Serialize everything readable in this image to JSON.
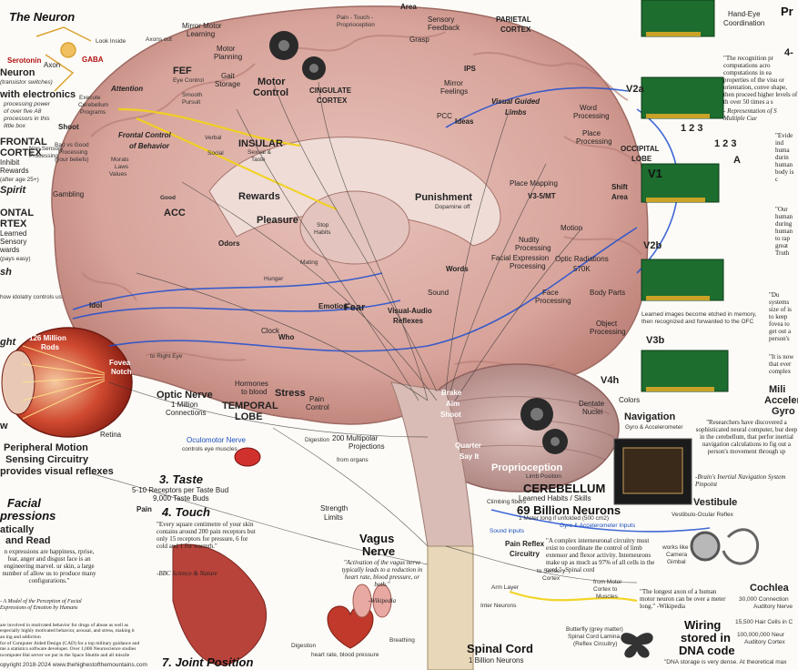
{
  "colors": {
    "background": "#fdfbf7",
    "brain_tissue": "#d9a9a0",
    "cortex_fold": "#c98d85",
    "cerebellum": "#c9a3a0",
    "brainstem": "#d6b7b0",
    "spinal_cord": "#e8d7b8",
    "nerve_blue": "#1f4fd1",
    "nerve_yellow": "#f2d21b",
    "nerve_black": "#222222",
    "muscle_red": "#b8433a",
    "eye_red": "#c0392b"
  },
  "title_left": "The Neuron",
  "neuron": {
    "serotonin": "Serotonin",
    "gaba": "GABA",
    "look_inside": "Look Inside",
    "axon_out": "Axons out",
    "axon": "Axon",
    "label_neuron": "Neuron",
    "transistor_switches": "(transistor switches)",
    "electronics": "with electronics",
    "processing_power": "processing power",
    "of_processors": "of over five A8",
    "processors_in_box": "processors in this",
    "little_box": "little box"
  },
  "left_cortex": {
    "frontal_cortex": "FRONTAL",
    "cortex": "CORTEX",
    "inhibit": "Inhibit",
    "rewards": "Rewards",
    "age": "(after age 25+)",
    "spirit": "Spirit",
    "frontal2": "ONTAL",
    "cortex2": "RTEX",
    "learned": "Learned",
    "sensory": "Sensory",
    "rewards2": "wards",
    "says_easy": "(pays easy)",
    "sh": "sh",
    "idolatry": "how idolatry controls us"
  },
  "eye": {
    "ght": "ght",
    "rods": "126 Million",
    "rods2": "Rods",
    "fovea": "Fovea",
    "notch": "Notch",
    "right_eye": "to Right Eye",
    "optic_nerve": "Optic Nerve",
    "connections1": "1 Million",
    "connections2": "Connections",
    "retina": "Retina",
    "peripheral": "Peripheral Motion",
    "sensing": "Sensing Circuitry",
    "reflexes": "provides visual reflexes",
    "w": "w"
  },
  "regions": {
    "the_area": "Area",
    "pain_touch": "Pain - Touch -",
    "proprioception": "Proprioception",
    "sensory_feedback": "Sensory",
    "feedback": "Feedback",
    "grasp": "Grasp",
    "parietal": "PARIETAL",
    "parietal_cortex": "CORTEX",
    "ips": "IPS",
    "mirror_feelings": "Mirror",
    "feelings": "Feelings",
    "visual_guided": "Visual Guided",
    "limbs": "Limbs",
    "pcc": "PCC",
    "ideas": "Ideas",
    "cingulate": "CINGULATE",
    "cingulate_cortex": "CORTEX",
    "mirror_motor": "Mirror Motor",
    "learning": "Learning",
    "motor_planning": "Motor",
    "planning": "Planning",
    "gait": "Gait",
    "storage": "Storage",
    "motor_control": "Motor",
    "control": "Control",
    "fef": "FEF",
    "eye_control": "Eye Control",
    "smooth": "Smooth",
    "pursuit": "Pursuit",
    "attention": "Attention",
    "execute_cerebellum": "Execute",
    "cerebellum_programs": "Cerebellum",
    "programs": "Programs",
    "frontal_control": "Frontal Control",
    "of_behavior": "of Behavior",
    "morals": "Morals",
    "laws": "Laws",
    "values": "Values",
    "verbal": "Verbal",
    "social": "Social",
    "bad_vs_good": "Bad vs Good",
    "processing": "Processing",
    "your_beliefs": "(your beliefs)",
    "shoot": "Shoot",
    "non_sensory": "Non Sensory",
    "processing2": "Processing",
    "gambling": "Gambling",
    "insular": "INSULAR",
    "sexual_taste": "Sexual &",
    "taste": "Taste",
    "rewards": "Rewards",
    "good": "Good",
    "acc": "ACC",
    "pleasure": "Pleasure",
    "odors": "Odors",
    "stop_habits": "Stop",
    "habits": "Habits",
    "punishment": "Punishment",
    "dopamine_off": "Dopamine off",
    "v3_5_mt": "V3-5/MT",
    "shift": "Shift",
    "area2": "Area",
    "motion": "Motion",
    "nudity": "Nudity",
    "processing3": "Processing",
    "facial_expression": "Facial Expression",
    "processing4": "Processing",
    "optic_radiations": "Optic Radiations",
    "count_570k": "570K",
    "face_processing": "Face",
    "processing5": "Processing",
    "body_parts": "Body Parts",
    "object_processing": "Object",
    "processing6": "Processing",
    "words": "Words",
    "place_mapping": "Place Mapping",
    "place_processing": "Place",
    "processing7": "Processing",
    "word_processing": "Word",
    "processing8": "Processing",
    "mating": "Mating",
    "hunger": "Hunger",
    "fear": "Fear",
    "emotion": "Emotion",
    "idol": "Idol",
    "clock": "Clock",
    "who": "Who",
    "visual_audio": "Visual-Audio",
    "reflexes": "Reflexes",
    "hormones": "Hormones",
    "to_blood": "to blood",
    "temporal": "TEMPORAL",
    "lobe": "LOBE",
    "stress": "Stress",
    "pain_control": "Pain",
    "control2": "Control",
    "oculomotor": "Oculomotor Nerve",
    "controls_eye": "controls eye muscles",
    "digestion": "Digestion",
    "from_organs": "from organs",
    "sound": "Sound",
    "brake": "Brake",
    "aim": "Aim",
    "shoot2": "Shoot",
    "quarter": "Quarter",
    "say_it": "Say It",
    "dentate": "Dentate",
    "nuclei": "Nuclei",
    "proprioception2": "Proprioception",
    "limb_position": "Limb Position",
    "cerebellum": "CEREBELLUM",
    "learned_habits": "Learned Habits / Skills",
    "billion_neurons": "69 Billion Neurons",
    "meter_long": "1 Meter long if unfolded (500 cm2)",
    "gyro_inputs": "Gyro & Accelerometer Inputs",
    "sound_inputs": "Sound inputs",
    "climbing_fibers": "Climbing fibers",
    "multipolar": "200 Multipolar",
    "projections": "Projections"
  },
  "right_panel": {
    "hand_eye": "Hand-Eye",
    "coordination": "Coordination",
    "v2a": "V2a",
    "digits_123": "1 2 3",
    "occipital": "OCCIPITAL",
    "occipital_lobe": "LOBE",
    "v1": "V1",
    "v2b": "V2b",
    "v3b": "V3b",
    "v4h": "V4h",
    "colors": "Colors",
    "learned_images": "Learned images become etched in memory,",
    "then_recognized": "then recognized and forwarded to the OFC",
    "digits_top": "1 2 3",
    "letter_a": "A",
    "navigation": "Navigation",
    "gyro_accel": "Gyro & Accelerometer",
    "vestibule": "Vestibule",
    "vestibulo_ocular": "Vestibulo-Ocular Reflex",
    "cochlea": "Cochlea",
    "connections_30k": "30,000 Connection",
    "auditory_nerve": "Auditory Nerve",
    "hair_cells": "15,500 Hair Cells in C",
    "hundred_million": "100,000,000 Neur",
    "auditory_cortex": "Auditory Cortex",
    "works_like": "works like",
    "camera": "Camera",
    "gimbal": "Gimbal",
    "mil": "Mili",
    "acceler": "Acceler",
    "gyro": "Gyro",
    "pr": "Pr",
    "four": "4-",
    "recognition_quote": "\"The recognition pr computations acro computations in ea properties of the visu or orientation, conve shape, then proceed higher levels of th over 50 times a s",
    "representation": "- Representation of S Multiple Cue",
    "evidence_quote": "\"Evide ind huma durin human body is c",
    "our_quote": "\"Our human during human to rap great Truth",
    "during_quote": "\"Du systems size of is to keep fovea to get out a person's",
    "it_is_now": "\"It is now that ever complex",
    "researchers_quote": "\"Researchers have discovered a sophisticated neural computer, bur deep in the cerebellum, that perfor inertial navigation calculations to fig out a person's movement through sp",
    "navigation_source": "-Brain's Inertial Navigation System Pinpoint"
  },
  "bottom": {
    "facial": "Facial",
    "expressions": "pressions",
    "atically": "atically",
    "and_read": "and Read",
    "facial_text": "n expressions are happiness, rprise, fear, anger and disgust face is an engineering marvel. ur skin, a large number of allow us to produce many configurations.\"",
    "facial_source": "- A Model of the Perception of Facial Expressions of Emotion by Humans",
    "facial_note": "are involved in motivated behavior for drugs of abuse as well as especially highly motivated behavior, arousal, and stress, making it an ing and addiction",
    "copyright1": "for of Computer Aided Design (CAD) for a top military guidance and me a statistics software developer. Over 1,000 Neuroscience studies ncomputer Hal server we put in the Space Shuttle and all missile",
    "copyright2": "opyright 2018-2024 www.thehighestofthemountains.com",
    "taste_title": "3. Taste",
    "taste_receptors": "5-10 Receptors per Taste Bud",
    "taste_buds": "9,000 Taste Buds",
    "pain": "Pain",
    "touch_title": "4. Touch",
    "touch_quote": "\"Every square centimetre of your skin contains around 200 pain receptors but only 15 receptors for pressure, 6 for cold and 1 for warmth.\"",
    "touch_source": "-BBC Science & Nature",
    "joint_title": "7. Joint Position",
    "strength": "Strength",
    "limits": "Limits",
    "vagus": "Vagus",
    "nerve": "Nerve",
    "vagus_quote": "\"Activation of the vagus nerve typically leads to a reduction in heart rate, blood pressure, or both.\"",
    "vagus_source": "-Wikipedia",
    "breathing": "Breathing",
    "digestion2": "Digestion",
    "heart_rate": "heart rate, blood pressure",
    "pain_reflex": "Pain Reflex",
    "circuitry": "Circuitry",
    "reflex_quote": "\"A complex interneuronal circuitry must exist to coordinate the control of limb extensor and flexor activity. Interneurons make up as much as 97% of all cells in the cord.\" -Spinal cord",
    "arm_layer": "Arm Layer",
    "inter_neurons": "Inter Neurons",
    "to_sensory": "to Sensory",
    "cortex3": "Cortex",
    "from_motor": "from Motor",
    "cortex_to": "Cortex to",
    "muscles": "Muscles",
    "butterfly": "Butterfly (grey matter)",
    "spinal_lamina": "Spinal Cord Lamina",
    "reflex_circuitry": "(Reflex Circuitry)",
    "spinal_cord": "Spinal Cord",
    "billion_neurons": "1 Billion Neurons",
    "motor_quote": "\"The longest axon of a human motor neuron can be over a meter long.\" -Wikipedia",
    "wiring": "Wiring",
    "stored_in": "stored in",
    "dna_code": "DNA code",
    "dna_quote": "\"DNA storage is very dense. At theoretical max"
  }
}
